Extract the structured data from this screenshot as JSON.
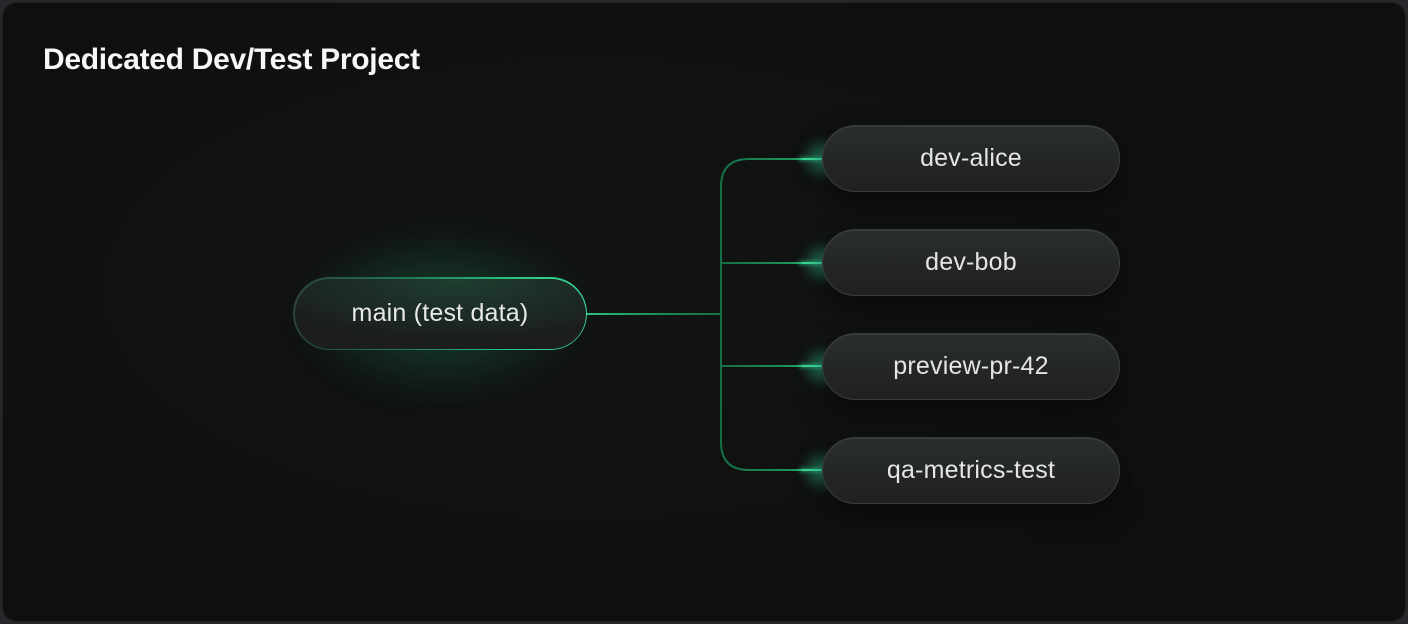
{
  "title": "Dedicated Dev/Test Project",
  "diagram": {
    "main_node": {
      "label": "main (test data)"
    },
    "branch_nodes": [
      {
        "label": "dev-alice"
      },
      {
        "label": "dev-bob"
      },
      {
        "label": "preview-pr-42"
      },
      {
        "label": "qa-metrics-test"
      }
    ]
  },
  "colors": {
    "accent_green": "#34d399",
    "connector_green": "#17804f",
    "card_background": "#0f1110",
    "node_background": "#242728",
    "node_border": "#3a3d3f",
    "node_text": "#e4e6e5",
    "title_text": "#f6f7f7"
  }
}
